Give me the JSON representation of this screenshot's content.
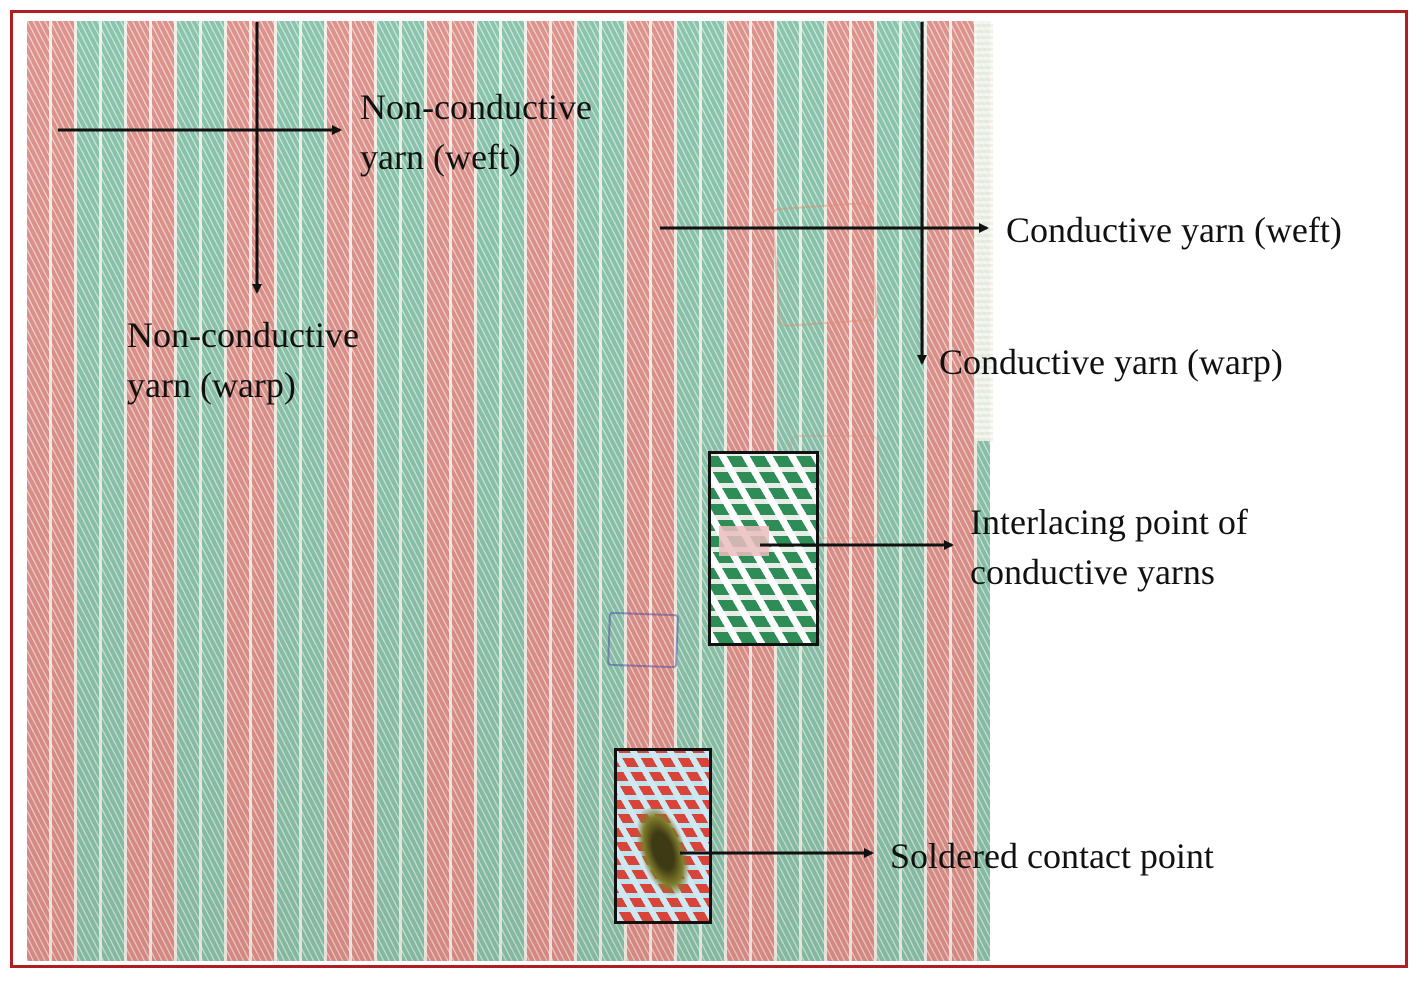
{
  "colors": {
    "frame_border": "#b01e22",
    "fabric_red_stripe": "#d98a83",
    "fabric_green_stripe": "#80bfa6",
    "arrow": "#111111"
  },
  "labels": {
    "non_conductive_weft": [
      "Non-conductive",
      "yarn (weft)"
    ],
    "non_conductive_warp": [
      "Non-conductive",
      "yarn (warp)"
    ],
    "conductive_weft": "Conductive yarn (weft)",
    "conductive_warp": "Conductive yarn (warp)",
    "interlacing_point": [
      "Interlacing point of",
      "conductive yarns"
    ],
    "soldered_contact": "Soldered contact point"
  },
  "insets": [
    {
      "name": "interlacing-point-closeup",
      "depicts": "green and white woven yarn closeup"
    },
    {
      "name": "soldered-contact-closeup",
      "depicts": "red and light blue woven yarn with solder blob"
    }
  ]
}
